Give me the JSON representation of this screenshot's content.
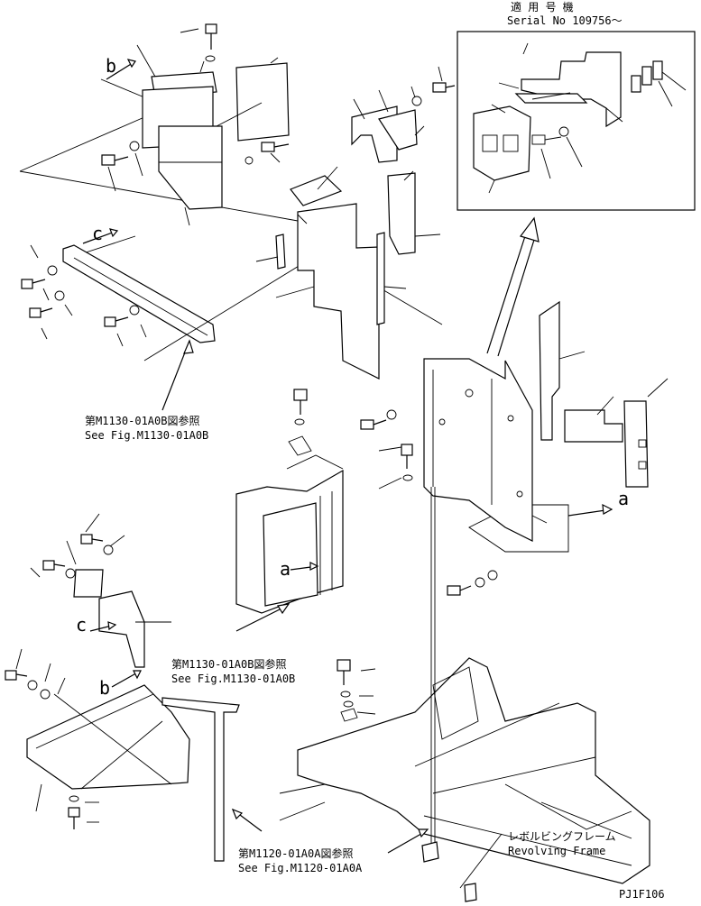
{
  "inset": {
    "title_jp": "適 用 号 機",
    "serial": "Serial No 109756～"
  },
  "refs": {
    "ref1_jp": "第M1130-01A0B図参照",
    "ref1_en": "See Fig.M1130-01A0B",
    "ref2_jp": "第M1130-01A0B図参照",
    "ref2_en": "See Fig.M1130-01A0B",
    "ref3_jp": "第M1120-01A0A図参照",
    "ref3_en": "See Fig.M1120-01A0A"
  },
  "frame_label": {
    "jp": "レボルビングフレーム",
    "en": "Revolving Frame"
  },
  "markers": {
    "b_top": "b",
    "c_top": "c",
    "a_right": "a",
    "a_mid": "a",
    "c_bottom": "c",
    "b_bottom": "b"
  },
  "drawing_code": "PJ1F106"
}
